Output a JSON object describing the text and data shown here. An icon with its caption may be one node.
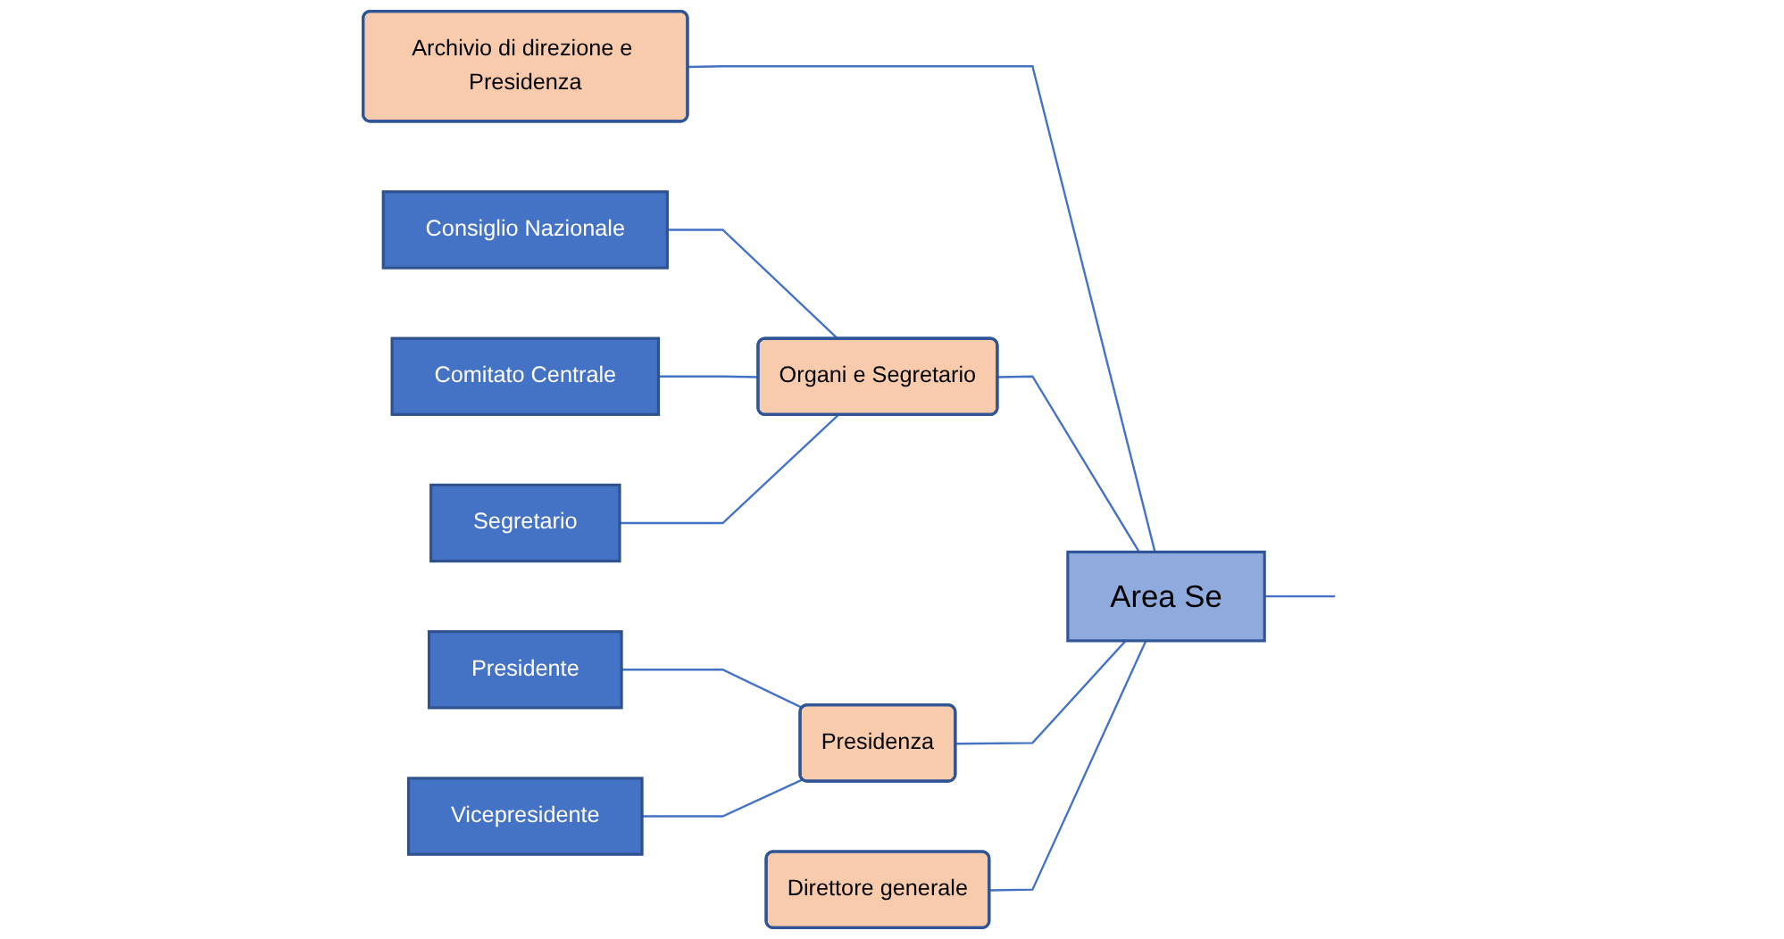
{
  "diagram": {
    "nodes": [
      {
        "text": [
          "Consiglio Nazionale"
        ]
      },
      {
        "text": [
          "Comitato Centrale"
        ]
      },
      {
        "text": [
          "Segretario"
        ]
      },
      {
        "text": [
          "Presidente"
        ]
      },
      {
        "text": [
          "Vicepresidente"
        ]
      },
      {
        "text": [
          "Archivio di direzione e Presidenza"
        ]
      },
      {
        "text": [
          "Organi e Segretario"
        ]
      },
      {
        "text": [
          "Presidenza"
        ]
      },
      {
        "text": [
          "Area Se"
        ]
      },
      {
        "text": [
          "Direttore generale"
        ]
      }
    ],
    "edges": [
      {
        "from": 0,
        "to": 6,
        "arrow": "none"
      },
      {
        "from": 1,
        "to": 6,
        "arrow": "none"
      },
      {
        "from": 2,
        "to": 6,
        "arrow": "none"
      },
      {
        "from": 3,
        "to": 7,
        "arrow": "none"
      },
      {
        "from": 4,
        "to": 7,
        "arrow": "none"
      },
      {
        "from": 5,
        "to": 8,
        "arrow": "none"
      },
      {
        "from": 6,
        "to": 8,
        "arrow": "none"
      },
      {
        "from": 7,
        "to": 8,
        "arrow": "none"
      },
      {
        "from": 9,
        "to": 8,
        "arrow": "none"
      },
      {
        "from": 8,
        "to": null,
        "arrow": "none"
      }
    ]
  }
}
